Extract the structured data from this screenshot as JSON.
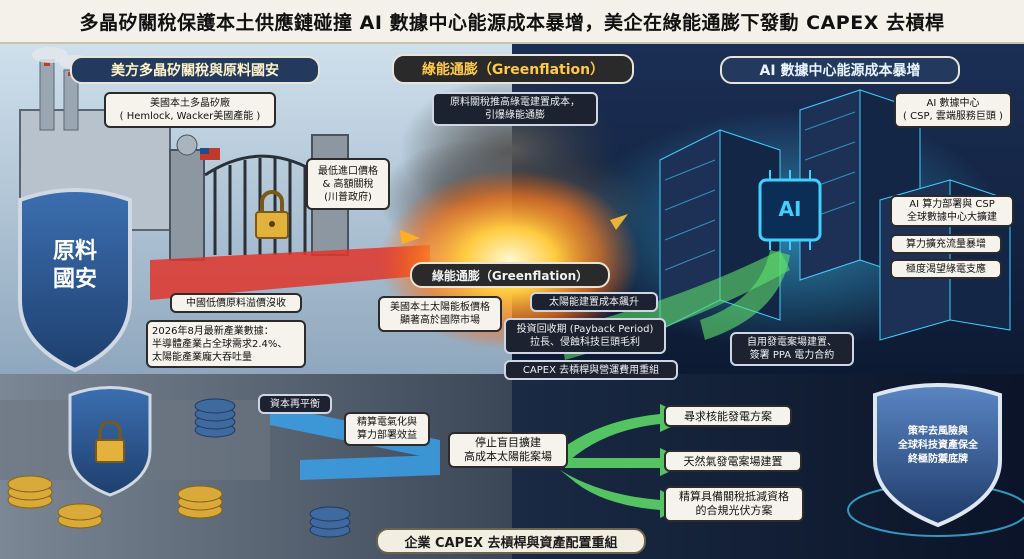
{
  "title": "多晶矽關稅保護本土供應鏈碰撞 AI 數據中心能源成本暴增，美企在綠能通膨下發動 CAPEX 去槓桿",
  "banners": {
    "left": "美方多晶矽關稅與原料國安",
    "center_top": "綠能通膨（Greenflation）",
    "right": "AI 數據中心能源成本暴增",
    "center_mid": "綠能通膨（Greenflation）",
    "bottom": "企業 CAPEX 去槓桿與資產配置重組"
  },
  "notes": {
    "us_polysilicon": [
      "美國本土多晶矽廠",
      "( Hemlock, Wacker美國產能 )"
    ],
    "price_tariff": [
      "最低進口價格",
      "& 高額關稅",
      "(川普政府)"
    ],
    "raw_cost": [
      "原料關稅推高綠電建置成本，",
      "引爆綠能通膨"
    ],
    "ai_dc": [
      "AI 數據中心",
      "( CSP, 雲端服務巨頭 )"
    ],
    "ai_csp": [
      "AI 算力部署與 CSP",
      "全球數據中心大擴建"
    ],
    "traffic": [
      "算力擴充流量暴增"
    ],
    "green_thirst": [
      "極度渴望綠電支應"
    ],
    "dumping": [
      "中國低價原料溢價沒收"
    ],
    "industry_data": [
      "2026年8月最新產業數據：",
      "半導體產業占全球需求2.4%、",
      "太陽能產業龐大吞吐量"
    ],
    "panel_price": [
      "美國本土太陽能板價格",
      "顯著高於國際市場"
    ],
    "solar_cost": [
      "太陽能建置成本飆升"
    ],
    "payback": [
      "投資回收期 (Payback Period)",
      "拉長、侵蝕科技巨頭毛利"
    ],
    "capex": [
      "CAPEX 去槓桿與營運費用重組"
    ],
    "self_plant": [
      "自用發電案場建置、",
      "簽署 PPA 電力合約"
    ],
    "rebalance": [
      "資本再平衡"
    ],
    "electrify": [
      "精算電氣化與",
      "算力部署效益"
    ],
    "stop_build": [
      "停止盲目擴建",
      "高成本太陽能案場"
    ],
    "nuclear": [
      "尋求核能發電方案"
    ],
    "gas": [
      "天然氣發電案場建置"
    ],
    "compliant_pv": [
      "精算具備關稅抵減資格",
      "的合規光伏方案"
    ]
  },
  "shields": {
    "left": [
      "原料",
      "國安"
    ],
    "right": [
      "策牢去風險與",
      "全球科技資產保全",
      "終極防禦底牌"
    ]
  },
  "icons": {
    "ai_chip": "AI"
  },
  "colors": {
    "accent_yellow": "#ffc94a",
    "flow_green": "#5fe06a",
    "flow_blue": "#3aa0e8",
    "flow_red": "#e0352b",
    "ai_cyan": "#3fd0ff"
  }
}
